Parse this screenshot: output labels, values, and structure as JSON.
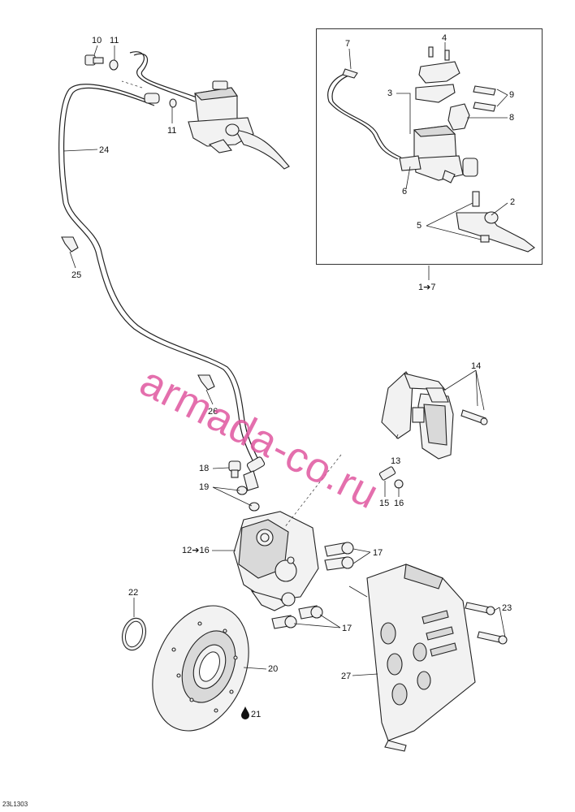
{
  "labels": {
    "l10": "10",
    "l11a": "11",
    "l11b": "11",
    "l24": "24",
    "l25": "25",
    "l26": "26",
    "l7": "7",
    "l4": "4",
    "l3": "3",
    "l9": "9",
    "l8": "8",
    "l6": "6",
    "l2": "2",
    "l5": "5",
    "l1to7": "1➔7",
    "l14": "14",
    "l13": "13",
    "l15": "15",
    "l16": "16",
    "l18": "18",
    "l19": "19",
    "l12to16": "12➔16",
    "l17a": "17",
    "l17b": "17",
    "l22": "22",
    "l20": "20",
    "l21": "21",
    "l23": "23",
    "l27": "27"
  },
  "watermark": "armada-co.ru",
  "document_id": "23L1303",
  "icons": {
    "fluid_drop": "drop-icon",
    "arrow": "right-arrow-icon"
  }
}
